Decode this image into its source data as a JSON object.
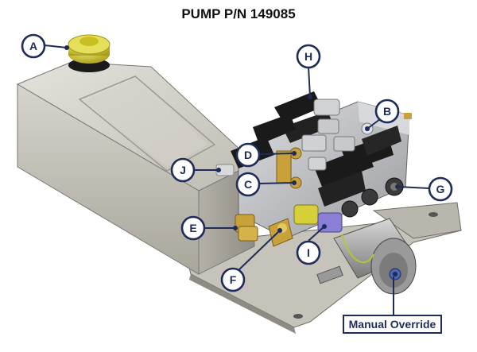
{
  "title": "PUMP P/N 149085",
  "callouts": [
    {
      "id": "A",
      "label": "A",
      "target": "reservoir fill cap"
    },
    {
      "id": "B",
      "label": "B",
      "target": "valve fitting"
    },
    {
      "id": "C",
      "label": "C",
      "target": "fitting"
    },
    {
      "id": "D",
      "label": "D",
      "target": "fitting"
    },
    {
      "id": "E",
      "label": "E",
      "target": "port fitting"
    },
    {
      "id": "F",
      "label": "F",
      "target": "pressure fitting"
    },
    {
      "id": "G",
      "label": "G",
      "target": "solenoid coil nut"
    },
    {
      "id": "H",
      "label": "H",
      "target": "solenoid valve"
    },
    {
      "id": "I",
      "label": "I",
      "target": "pressure switch"
    },
    {
      "id": "J",
      "label": "J",
      "target": "fitting"
    }
  ],
  "manual_override_label": "Manual Override",
  "colors": {
    "callout_navy": "#1f2c5a",
    "tank_silver": "#c9c6bd",
    "cap_yellow": "#d4c92a",
    "valve_black": "#1a1a1a",
    "manifold_aluminum": "#b7b9bc",
    "brass": "#c9a13a"
  }
}
